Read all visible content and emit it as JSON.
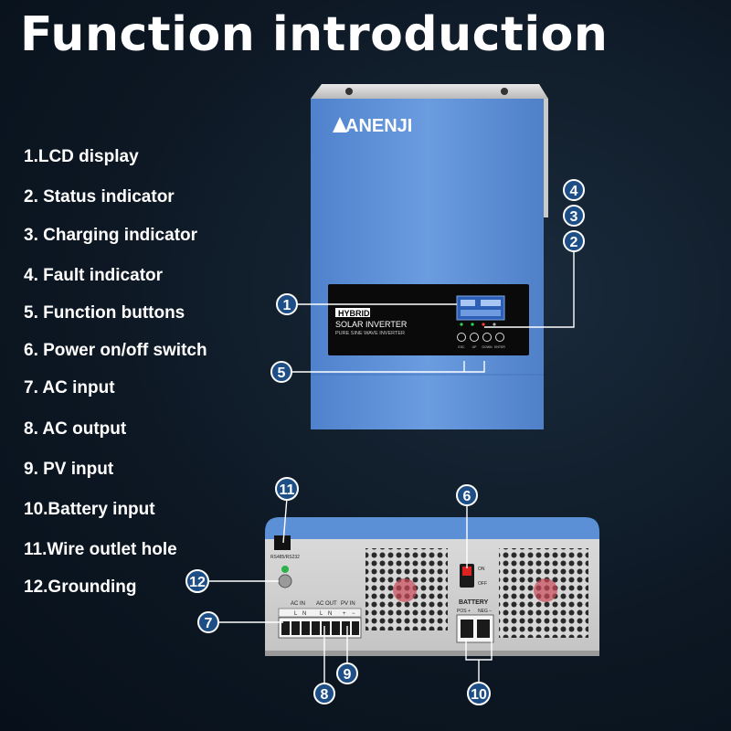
{
  "title": "Function introduction",
  "features": [
    "1.LCD display",
    "2. Status indicator",
    "3. Charging indicator",
    "4. Fault indicator",
    "5. Function buttons",
    "6. Power on/off switch",
    "7. AC input",
    "8. AC output",
    "9. PV input",
    "10.Battery input",
    "11.Wire outlet hole",
    "12.Grounding"
  ],
  "brand": "ANENJI",
  "panel": {
    "hybrid": "HYBRID",
    "model": "SOLAR INVERTER",
    "subtitle": "PURE SINE WAVE INVERTER",
    "buttons": [
      "ESC",
      "UP",
      "DOWN",
      "ENTER"
    ]
  },
  "rear": {
    "comm_port": "RS485/RS232",
    "ac_in": "AC IN",
    "ac_out": "AC OUT",
    "pv_in": "PV IN",
    "terminal_l": "L",
    "terminal_n": "N",
    "plus": "+",
    "minus": "−",
    "switch_on": "ON",
    "switch_off": "OFF",
    "battery": "BATTERY",
    "pos": "POS +",
    "neg": "NEG −"
  },
  "callouts": [
    "1",
    "2",
    "3",
    "4",
    "5",
    "6",
    "7",
    "8",
    "9",
    "10",
    "11",
    "12"
  ],
  "colors": {
    "badge": "#1e4e86",
    "inverter_blue": "#5b8fd6",
    "leader": "#ffffff"
  }
}
